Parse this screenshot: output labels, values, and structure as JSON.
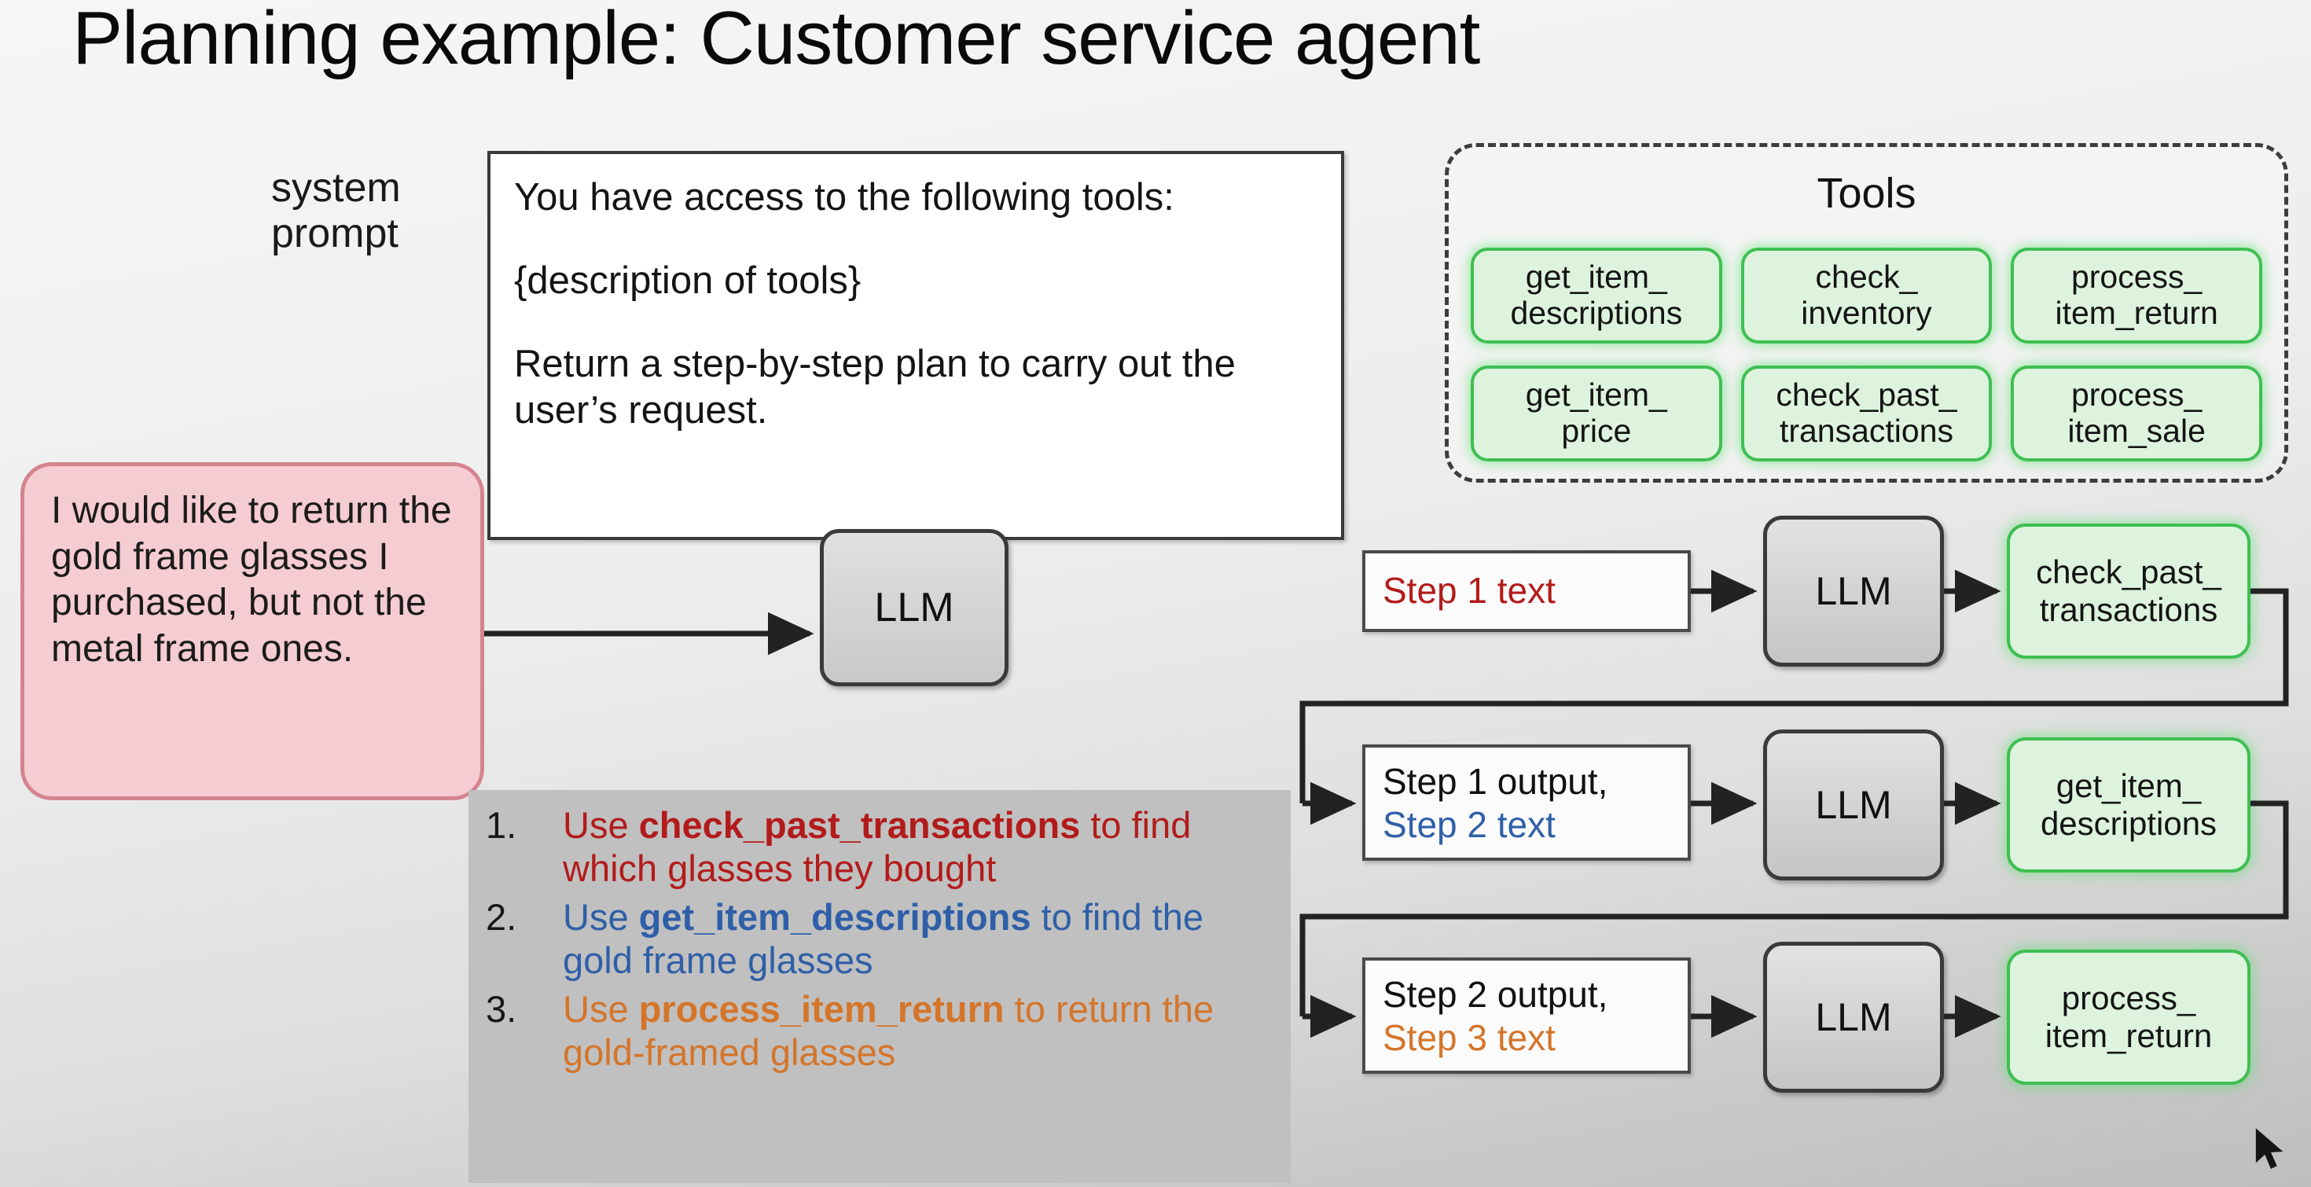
{
  "title": "Planning example: Customer service agent",
  "labels": {
    "system_prompt": "system\nprompt"
  },
  "system_prompt_box": {
    "paragraphs": [
      "You have access to the following tools:",
      "{description of tools}",
      "Return a step-by-step plan to carry out the user’s request."
    ]
  },
  "tools_panel": {
    "heading": "Tools",
    "tools": [
      "get_item_\ndescriptions",
      "check_\ninventory",
      "process_\nitem_return",
      "get_item_\nprice",
      "check_past_\ntransactions",
      "process_\nitem_sale"
    ]
  },
  "user_message": "I would like to return the gold frame glasses I purchased, but not the metal frame ones.",
  "llm_label": "LLM",
  "plan": {
    "items": [
      {
        "number": "1.",
        "color": "#b31b1b",
        "prefix": "Use ",
        "tool": "check_past_transactions",
        "suffix": " to find which glasses they bought"
      },
      {
        "number": "2.",
        "color": "#2f5fa8",
        "prefix": "Use ",
        "tool": "get_item_descriptions",
        "suffix": " to find the gold frame glasses"
      },
      {
        "number": "3.",
        "color": "#d4752a",
        "prefix": "Use ",
        "tool": "process_item_return",
        "suffix": " to return the gold-framed glasses"
      }
    ]
  },
  "flow_rows": [
    {
      "step_line1": "",
      "step_line1_color": "#b31b1b",
      "step_line2": "Step 1 text",
      "step_line2_color": "#b31b1b",
      "llm": "LLM",
      "tool": "check_past_\ntransactions"
    },
    {
      "step_line1": "Step 1 output,",
      "step_line1_color": "#111111",
      "step_line2": "Step 2 text",
      "step_line2_color": "#2f5fa8",
      "llm": "LLM",
      "tool": "get_item_\ndescriptions"
    },
    {
      "step_line1": "Step 2 output,",
      "step_line1_color": "#111111",
      "step_line2": "Step 3 text",
      "step_line2_color": "#d4752a",
      "llm": "LLM",
      "tool": "process_\nitem_return"
    }
  ],
  "colors": {
    "tool_green_border": "#3fbf52",
    "tool_green_fill": "#ddf3dd",
    "user_pink_fill": "#f5ccd2",
    "user_pink_border": "#d4848f",
    "plan_box_fill": "#c0c0c0",
    "step1_red": "#b31b1b",
    "step2_blue": "#2f5fa8",
    "step3_orange": "#d4752a"
  },
  "cursor_icon": "mouse-pointer"
}
